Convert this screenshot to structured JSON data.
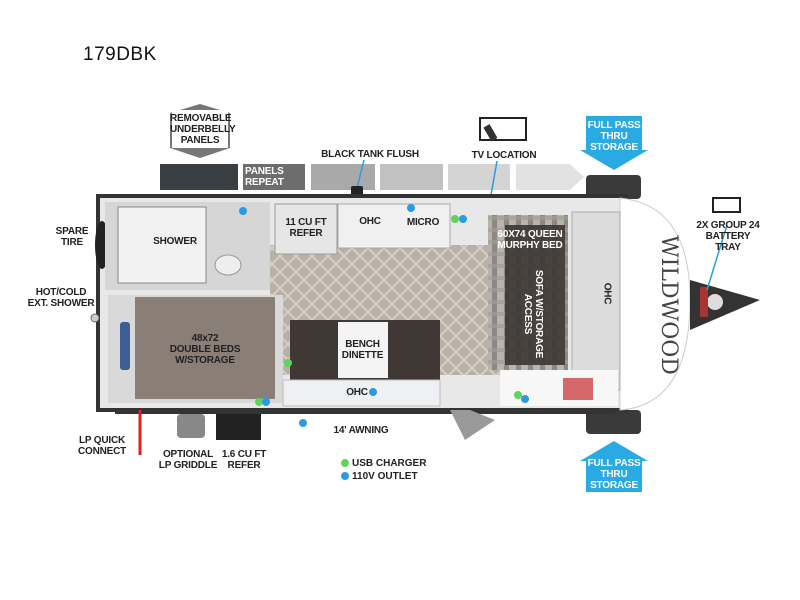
{
  "model": "179DBK",
  "labels": {
    "underbelly": "REMOVABLE\nUNDERBELLY\nPANELS",
    "panels_repeat": "PANELS\nREPEAT",
    "black_tank": "BLACK TANK FLUSH",
    "tv": "TV LOCATION",
    "pass_thru_top": "FULL PASS\nTHRU\nSTORAGE",
    "pass_thru_bottom": "FULL PASS\nTHRU\nSTORAGE",
    "battery": "2X GROUP 24\nBATTERY\nTRAY",
    "spare_tire": "SPARE\nTIRE",
    "ext_shower": "HOT/COLD\nEXT. SHOWER",
    "shower": "SHOWER",
    "refer_11": "11 CU FT\nREFER",
    "ohc_kitchen": "OHC",
    "micro": "MICRO",
    "murphy": "60X74 QUEEN\nMURPHY BED",
    "sofa": "SOFA W/STORAGE\nACCESS",
    "ohc_front": "OHC",
    "beds": "48x72\nDOUBLE BEDS\nW/STORAGE",
    "dinette": "BENCH\nDINETTE",
    "ohc_dinette": "OHC",
    "awning": "14' AWNING",
    "lp_connect": "LP QUICK\nCONNECT",
    "griddle": "OPTIONAL\nLP GRIDDLE",
    "refer_16": "1.6 CU FT\nREFER"
  },
  "legend": [
    {
      "label": "USB CHARGER",
      "color": "#5fd35a"
    },
    {
      "label": "110V OUTLET",
      "color": "#2a9be0"
    }
  ],
  "colors": {
    "accent": "#29aae2",
    "usb": "#5fd35a",
    "outlet": "#2a9be0"
  }
}
